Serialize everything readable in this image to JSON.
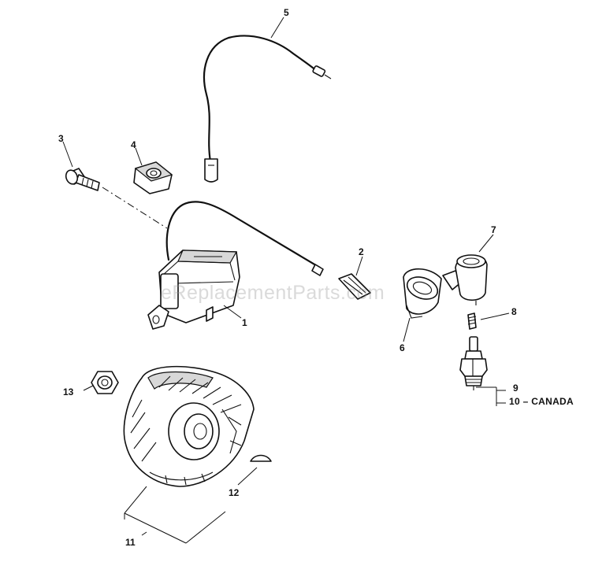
{
  "watermark": "eReplacementParts.com",
  "callouts": {
    "c1": "1",
    "c2": "2",
    "c3": "3",
    "c4": "4",
    "c5": "5",
    "c6": "6",
    "c7": "7",
    "c8": "8",
    "c9": "9",
    "c10": "10 – CANADA",
    "c11": "11",
    "c12": "12",
    "c13": "13"
  },
  "colors": {
    "line": "#111111",
    "background": "#ffffff",
    "watermark": "#969696"
  }
}
